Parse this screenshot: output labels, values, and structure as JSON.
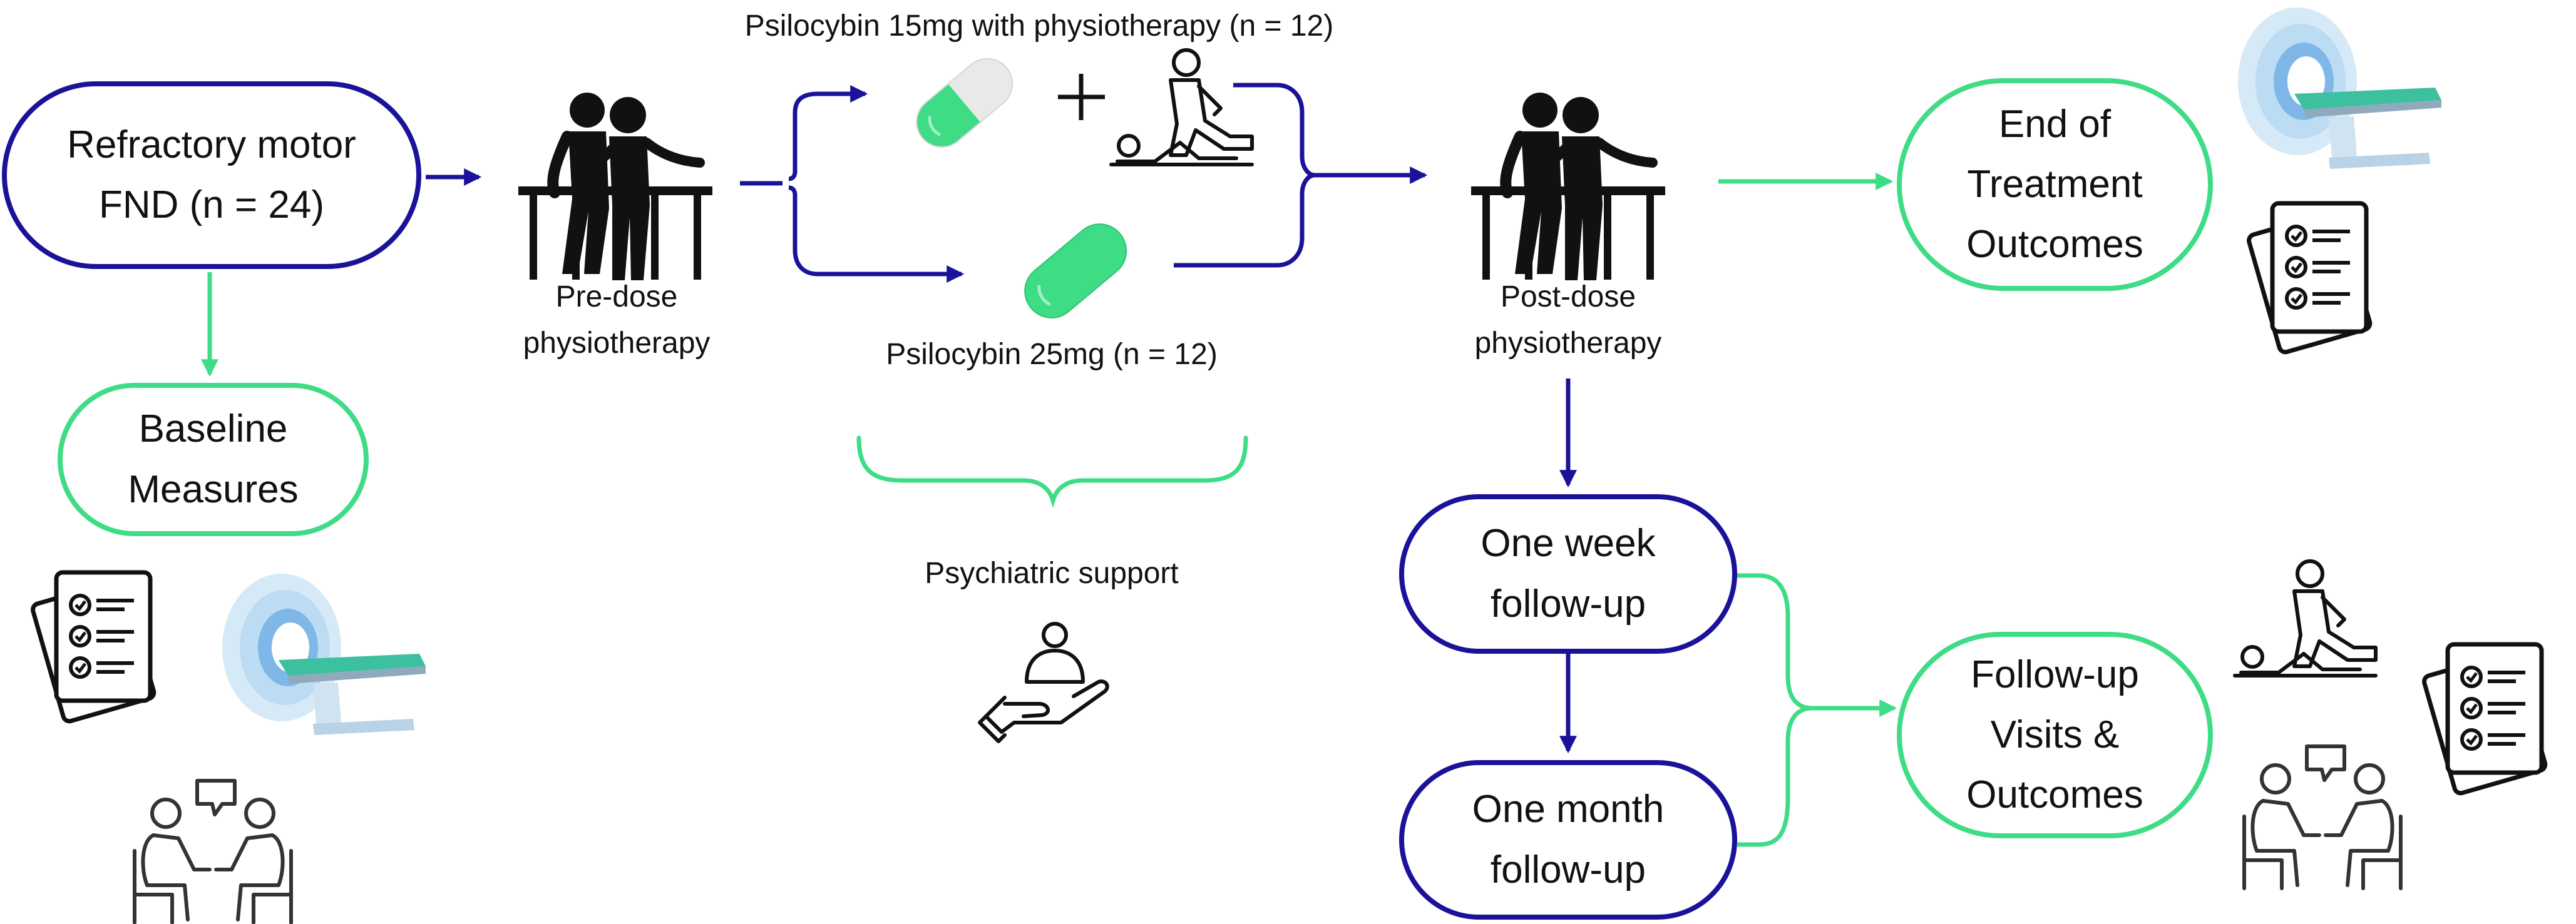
{
  "nodes": {
    "refractory": {
      "line1": "Refractory motor",
      "line2": "FND (n = 24)"
    },
    "baseline": {
      "line1": "Baseline",
      "line2": "Measures"
    },
    "end_of_treatment": {
      "line1": "End of",
      "line2": "Treatment",
      "line3": "Outcomes"
    },
    "one_week": {
      "line1": "One week",
      "line2": "follow-up"
    },
    "one_month": {
      "line1": "One month",
      "line2": "follow-up"
    },
    "follow_up_visits": {
      "line1": "Follow-up",
      "line2": "Visits &",
      "line3": "Outcomes"
    }
  },
  "labels": {
    "pre_dose": {
      "line1": "Pre-dose",
      "line2": "physiotherapy"
    },
    "post_dose": {
      "line1": "Post-dose",
      "line2": "physiotherapy"
    },
    "arm_15mg": "Psilocybin 15mg with physiotherapy (n = 12)",
    "arm_25mg": "Psilocybin 25mg (n = 12)",
    "psychiatric_support": "Psychiatric support",
    "plus": "+"
  },
  "colors": {
    "blue": "#1a1299",
    "green": "#3fdc86",
    "ink": "#111111",
    "scanner_blue": "#7fb8e8",
    "scanner_teal": "#3cc0a0"
  },
  "icons": [
    "physiotherapy-icon",
    "capsule-icon",
    "physio-exercise-icon",
    "mri-scanner-icon",
    "checklist-icon",
    "consultation-icon",
    "support-hand-icon"
  ]
}
